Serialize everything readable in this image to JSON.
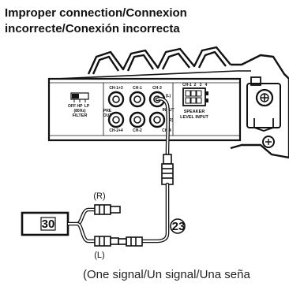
{
  "title": {
    "line1": "Improper connection/Connexion",
    "line2": "incorrecte/Conexión incorrecta"
  },
  "amplifier": {
    "filter_switch_labels": [
      "OFF",
      "HP",
      "LP"
    ],
    "filter_freq": "(80Hz)",
    "filter_label": "FILTER",
    "jack_labels": {
      "ch13": "CH-1+3",
      "ch1_top": "CH-1",
      "ch3": "CH-3",
      "pre_out": "PRE",
      "out": "OUT",
      "ch24": "CH-2+4",
      "ch2": "CH-2",
      "ch4": "CH-4",
      "input": "INPUT",
      "l_marker": "(L)",
      "r_marker": "(R)"
    },
    "speaker_input": {
      "channels": [
        "CH-1",
        "2",
        "3",
        "4"
      ],
      "label_line1": "SPEAKER",
      "label_line2": "LEVEL INPUT"
    }
  },
  "callouts": {
    "source_unit": "30",
    "cable": "23"
  },
  "plug_labels": {
    "right": "(R)",
    "left": "(L)"
  },
  "caption": "(One signal/Un signal/Una seña"
}
